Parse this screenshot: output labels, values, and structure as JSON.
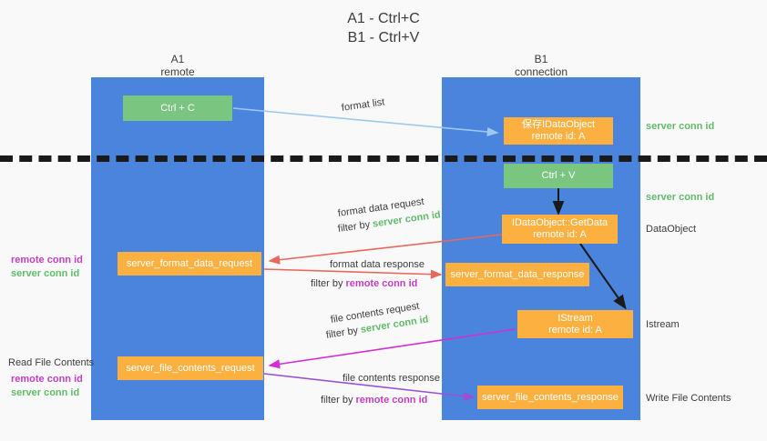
{
  "title": {
    "line1": "A1 - Ctrl+C",
    "line2": "B1 - Ctrl+V"
  },
  "columns": {
    "left": {
      "name": "A1",
      "role": "remote"
    },
    "right": {
      "name": "B1",
      "role": "connection"
    }
  },
  "boxes": {
    "ctrl_c": {
      "line1": "Ctrl + C",
      "line2": ""
    },
    "save_idataobject": {
      "line1": "保存IDataObject",
      "line2": "remote id: A"
    },
    "ctrl_v": {
      "line1": "Ctrl + V",
      "line2": ""
    },
    "idataobject_getdata": {
      "line1": "IDataObject::GetData",
      "line2": "remote id: A"
    },
    "server_format_data_request": {
      "line1": "server_format_data_request",
      "line2": ""
    },
    "server_format_data_response": {
      "line1": "server_format_data_response",
      "line2": ""
    },
    "istream": {
      "line1": "IStream",
      "line2": "remote id: A"
    },
    "server_file_contents_request": {
      "line1": "server_file_contents_request",
      "line2": ""
    },
    "server_file_contents_response": {
      "line1": "server_file_contents_response",
      "line2": ""
    }
  },
  "edge_labels": {
    "format_list": "format list",
    "format_data_request": "format data request",
    "format_data_request_filter_prefix": "filter by ",
    "format_data_request_filter_key": "server conn id",
    "format_data_response": "format data response",
    "format_data_response_filter_prefix": "filter by ",
    "format_data_response_filter_key": "remote conn id",
    "file_contents_request": "file contents request",
    "file_contents_request_filter_prefix": "filter by ",
    "file_contents_request_filter_key": "server conn id",
    "file_contents_response": "file contents response",
    "file_contents_response_filter_prefix": "filter by ",
    "file_contents_response_filter_key": "remote conn id"
  },
  "right_annotations": {
    "server_conn_id_top": "server conn id",
    "server_conn_id_mid": "server conn id",
    "dataobject": "DataObject",
    "istream": "Istream",
    "write_file_contents": "Write File Contents"
  },
  "left_annotations": {
    "remote_conn_id_1": "remote conn id",
    "server_conn_id_1": "server conn id",
    "read_file_contents": "Read File Contents",
    "remote_conn_id_2": "remote conn id",
    "server_conn_id_2": "server conn id"
  },
  "colors": {
    "lane_blue": "#4a84dc",
    "box_green": "#7ac57f",
    "box_orange": "#fbb040",
    "server_conn_green": "#62bb6a",
    "remote_conn_purple": "#c33fc3",
    "arrow_lightblue": "#9ec9ef",
    "arrow_red": "#e8685c",
    "arrow_magenta": "#d32fd3",
    "arrow_purple": "#9b4fd8",
    "arrow_black": "#1a1a1a",
    "background": "#f9f9f9"
  }
}
